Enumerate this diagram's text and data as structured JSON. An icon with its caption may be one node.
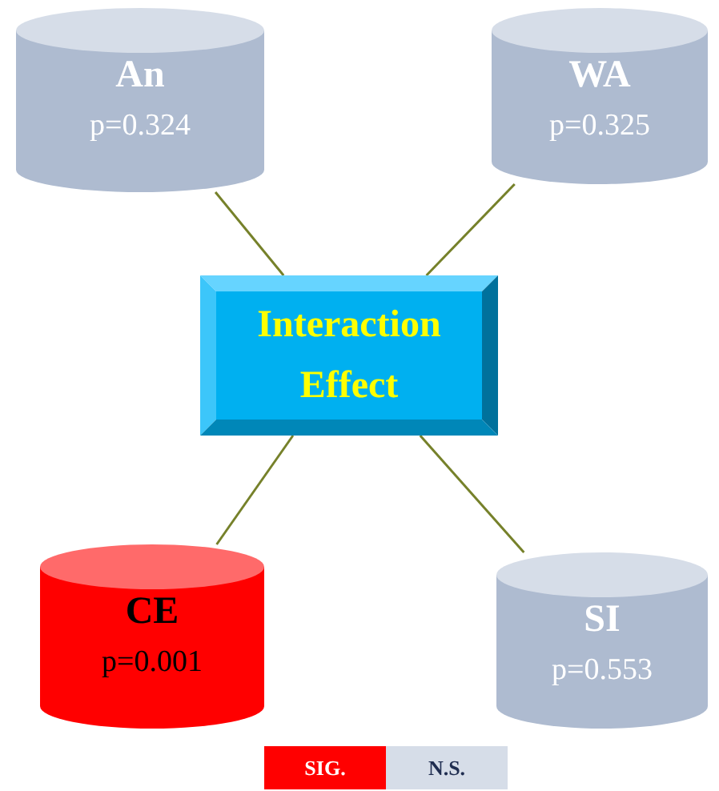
{
  "diagram": {
    "nodes": [
      {
        "text": [
          "An",
          "p=0.324"
        ]
      },
      {
        "text": [
          "WA",
          "p=0.325"
        ]
      },
      {
        "text": [
          "Interaction Effect"
        ]
      },
      {
        "text": [
          "CE",
          "p=0.001"
        ]
      },
      {
        "text": [
          "SI",
          "p=0.553"
        ]
      }
    ],
    "edges": [
      {
        "from": 0,
        "to": 2,
        "arrow": "none"
      },
      {
        "from": 1,
        "to": 2,
        "arrow": "none"
      },
      {
        "from": 3,
        "to": 2,
        "arrow": "none"
      },
      {
        "from": 4,
        "to": 2,
        "arrow": "none"
      }
    ],
    "legend": [
      {
        "text": "SIG.",
        "color": "#ff0000"
      },
      {
        "text": "N.S.",
        "color": "#d6dde8"
      }
    ]
  }
}
